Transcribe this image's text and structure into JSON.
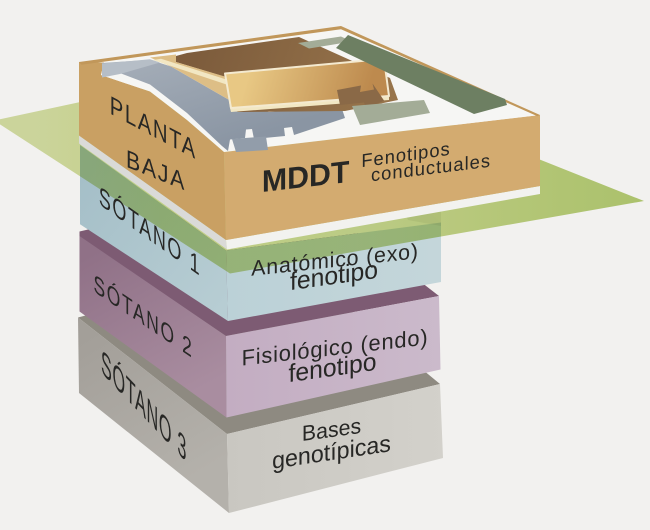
{
  "figure": {
    "background_color": "#f2f1ef",
    "text_color": "#272725",
    "ground_plane": {
      "description": "ground-level-plane",
      "color_left": "#d6e1a6",
      "color_right": "#b4cd72"
    }
  },
  "floors": [
    {
      "id": "planta-baja",
      "side_label_line1": "PLANTA",
      "side_label_line2": "BAJA",
      "front_label_primary": "MDDT",
      "front_label_line1": "Fenotipos",
      "front_label_line2": "conductuales",
      "colors": {
        "left_face": "#c9a063",
        "right_face": "#d3ab70",
        "wall_top": "#dcb67e",
        "wall_line": "#c1975a",
        "slab_left": "#dadad8",
        "slab_right": "#f2f2ef"
      }
    },
    {
      "id": "sotano-1",
      "side_label": "SÓTANO 1",
      "front_label_line1": "Anatómico (exo)",
      "front_label_line2": "fenotipo",
      "colors": {
        "top_face": "#eef0ee",
        "left_face": "#a5bfc8",
        "left_face_light": "#b7cdd3",
        "right_face": "#bbd1d7",
        "right_face_light": "#c4d6da"
      }
    },
    {
      "id": "sotano-2",
      "side_label": "SÓTANO 2",
      "front_label_line1": "Fisiológico (endo)",
      "front_label_line2": "fenotipo",
      "colors": {
        "top_face": "#7d5b73",
        "left_face": "#907187",
        "left_face_light": "#a98da0",
        "right_face": "#c3adc2",
        "right_face_light": "#cbbacb"
      }
    },
    {
      "id": "sotano-3",
      "side_label": "SÓTANO 3",
      "front_label_line1": "Bases",
      "front_label_line2": "genotípicas",
      "colors": {
        "top_face": "#8e8a81",
        "left_face": "#a39f99",
        "left_face_light": "#b4b1ab",
        "right_face": "#c9c7c1",
        "right_face_light": "#d3d1cb"
      }
    }
  ],
  "roof_plan": {
    "colors": {
      "inset": "#f6f6f4",
      "slate": "#929daa",
      "slate_light": "#b6bec7",
      "green_strip": "#6d7f62",
      "sage": "#a3ac97",
      "brown_room": "#8a6947",
      "gold_light": "#e8c884",
      "gold_dark": "#bd8a4e",
      "cream": "#f2e7c3",
      "ramp": "#ddbe86"
    }
  }
}
